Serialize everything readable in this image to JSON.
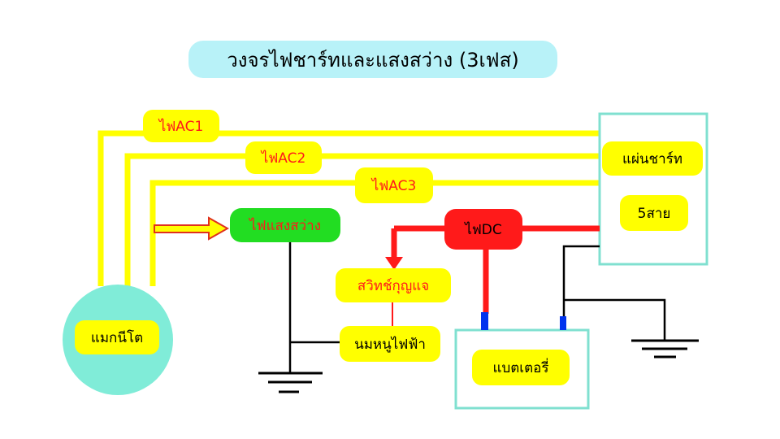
{
  "title": "วงจรไฟชาร์ทและแสงสว่าง (3เฟส)",
  "labels": {
    "ac1": "ไฟAC1",
    "ac2": "ไฟAC2",
    "ac3": "ไฟAC3",
    "light": "ไฟแสงสว่าง",
    "dc": "ไฟDC",
    "switch": "สวิทช์กุญแจ",
    "socket": "นมหนูไฟฟ้า",
    "magneto": "แมกนีโต",
    "battery": "แบตเตอรี่",
    "charger_line1": "แผ่นชาร์ท",
    "charger_line2": "5สาย"
  },
  "colors": {
    "ac_wire": "#ffff00",
    "dc_wire": "#ff1a1a",
    "ground_wire": "#000000",
    "box_border": "#80e0d0",
    "magneto_fill": "#80ecd8",
    "title_bg": "#b8f2f8",
    "label_bg": "#ffff00",
    "light_bg": "#22dd22",
    "terminal": "#0033ee"
  }
}
